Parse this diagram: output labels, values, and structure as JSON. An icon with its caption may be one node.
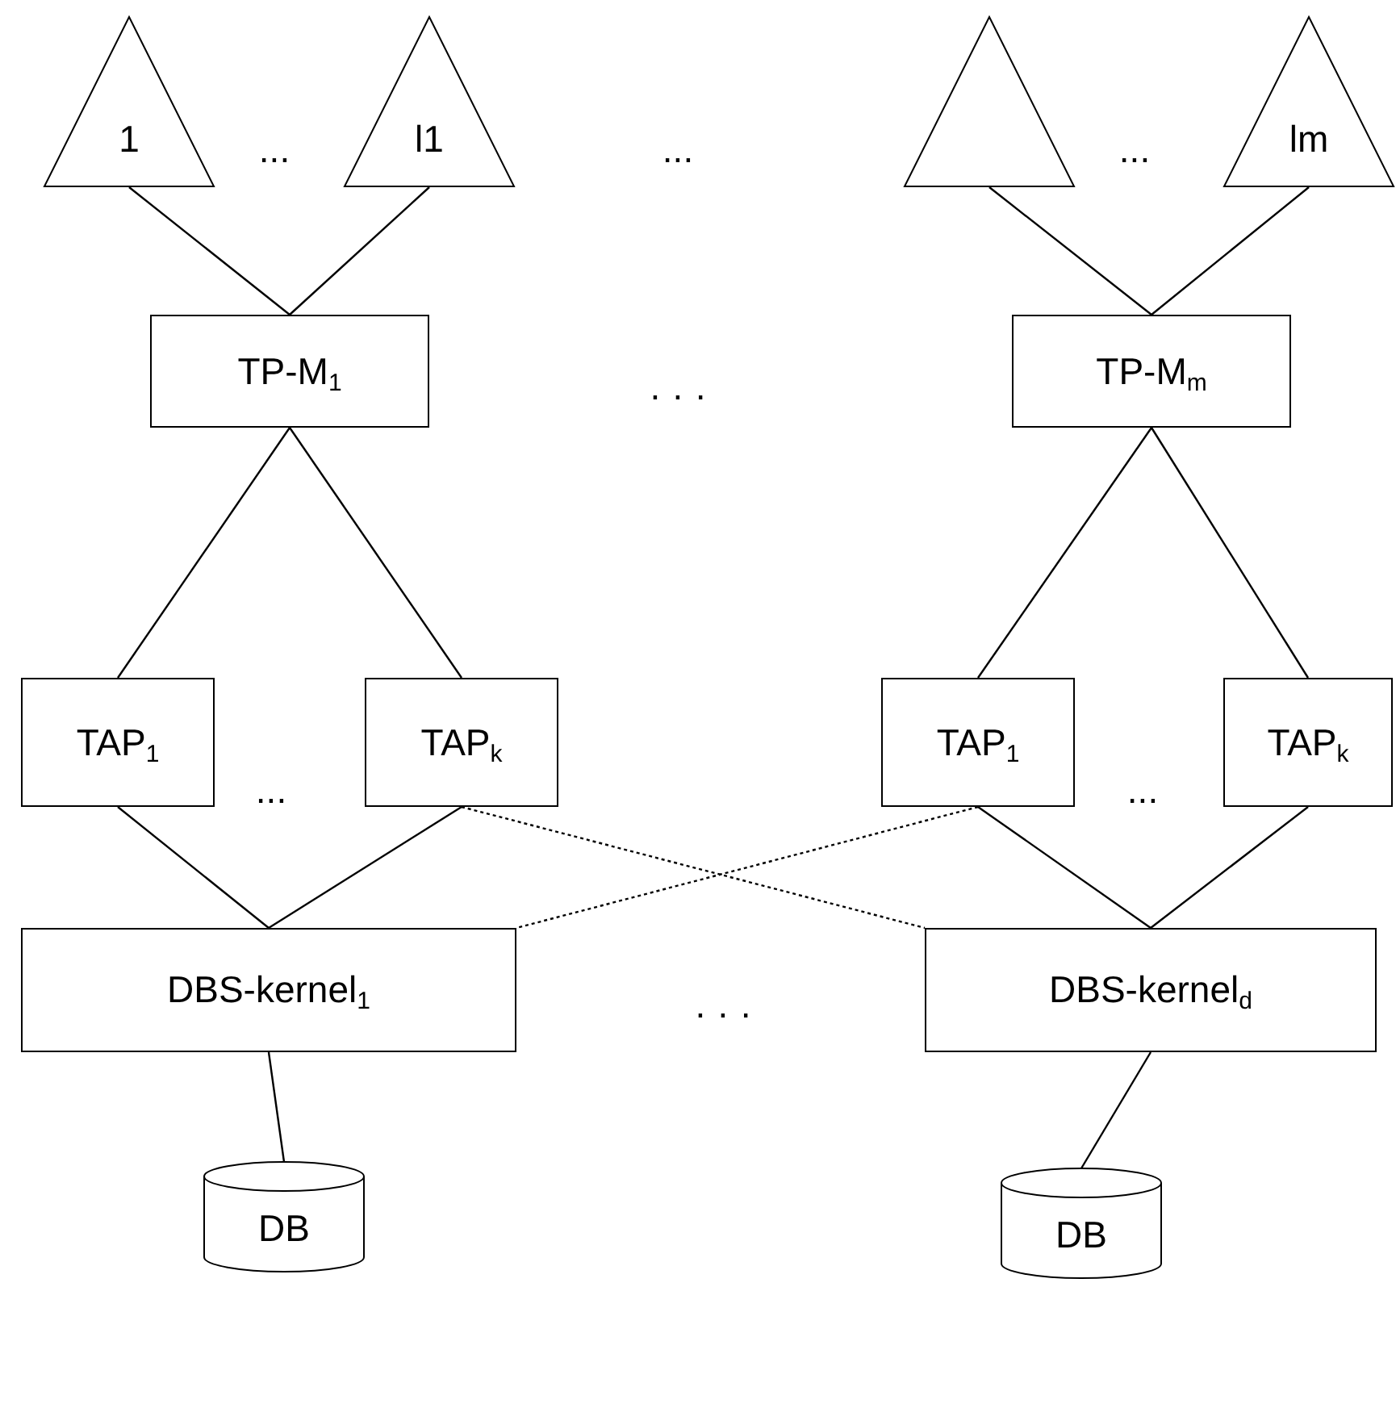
{
  "diagram": {
    "nodes": [
      {
        "text": [
          "1"
        ]
      },
      {
        "text": [
          "l1"
        ]
      },
      {
        "text": [],
        "shape": "triangle"
      },
      {
        "text": [
          "lm"
        ]
      },
      {
        "text": [
          "TP-M$_{1}$"
        ]
      },
      {
        "text": [
          "TP-M$_{m}$"
        ]
      },
      {
        "text": [
          "TAP$_{1}$"
        ]
      },
      {
        "text": [
          "TAP$_{k}$"
        ]
      },
      {
        "text": [
          "TAP$_{1}$"
        ]
      },
      {
        "text": [
          "TAP$_{k}$"
        ]
      },
      {
        "text": [
          "DBS-kernel$_{1}$"
        ]
      },
      {
        "text": [
          "DBS-kernel$_{d}$"
        ]
      },
      {
        "text": [
          "DB"
        ]
      },
      {
        "text": [
          "DB"
        ]
      }
    ],
    "edges": [
      {
        "from": 0,
        "to": 4,
        "arrow": "none"
      },
      {
        "from": 1,
        "to": 4,
        "arrow": "none"
      },
      {
        "from": 2,
        "to": 5,
        "arrow": "none"
      },
      {
        "from": 3,
        "to": 5,
        "arrow": "none"
      },
      {
        "from": 4,
        "to": 6,
        "arrow": "none"
      },
      {
        "from": 4,
        "to": 7,
        "arrow": "none"
      },
      {
        "from": 5,
        "to": 8,
        "arrow": "none"
      },
      {
        "from": 5,
        "to": 9,
        "arrow": "none"
      },
      {
        "from": 6,
        "to": 10,
        "arrow": "none"
      },
      {
        "from": 7,
        "to": 10,
        "arrow": "none"
      },
      {
        "from": 7,
        "to": 11,
        "arrow": "none",
        "style": "dashed"
      },
      {
        "from": 8,
        "to": 10,
        "arrow": "none",
        "style": "dashed"
      },
      {
        "from": 8,
        "to": 11,
        "arrow": "none"
      },
      {
        "from": 9,
        "to": 11,
        "arrow": "none"
      },
      {
        "from": 10,
        "to": 12,
        "arrow": "none"
      },
      {
        "from": 11,
        "to": 13,
        "arrow": "none"
      }
    ],
    "labels": [
      "...",
      "...",
      "...",
      "· · ·",
      "...",
      "...",
      "· · ·"
    ]
  }
}
